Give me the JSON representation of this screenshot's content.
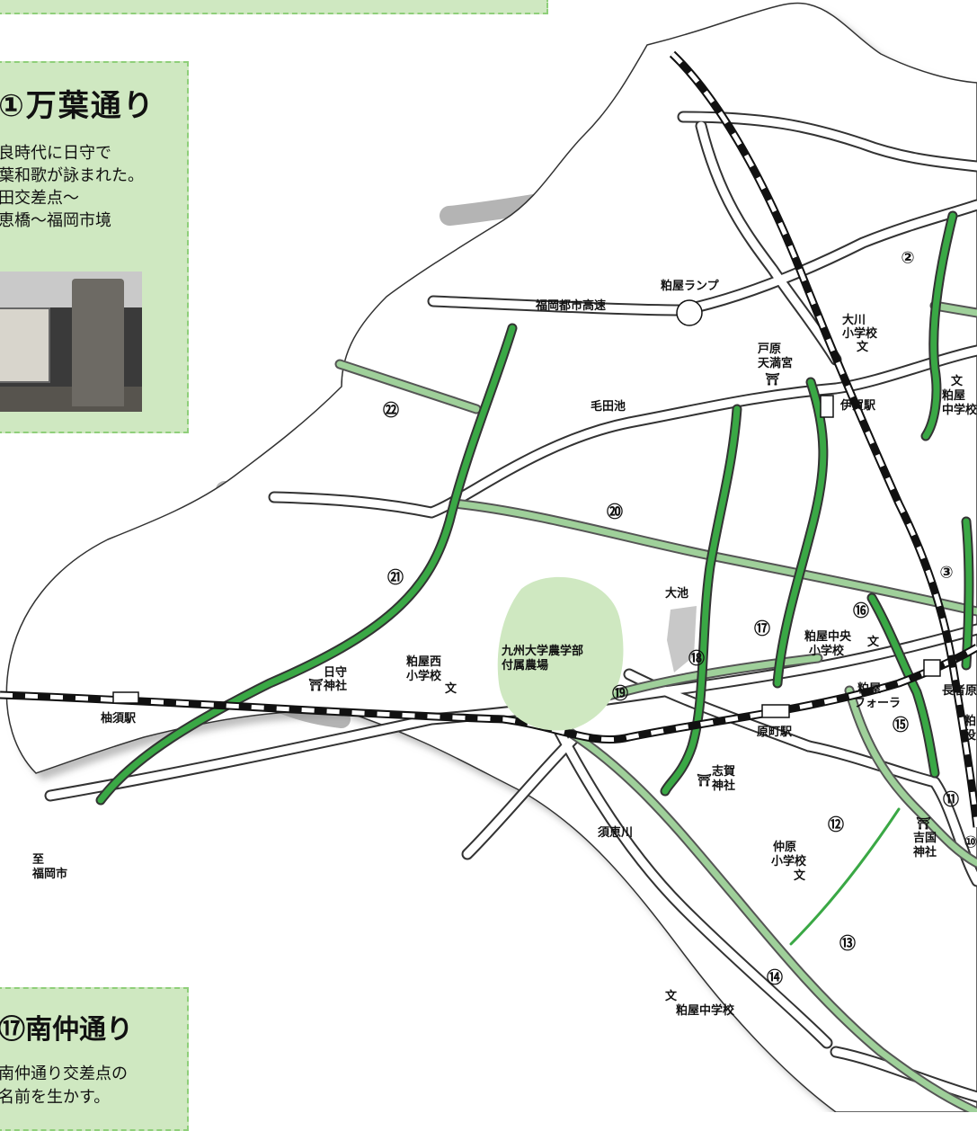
{
  "panel_manyo": {
    "title": "万葉通り",
    "desc_lines": [
      "良時代に日守で",
      "葉和歌が詠まれた。",
      "田交差点～",
      "恵橋～福岡市境"
    ]
  },
  "panel_minaminaka": {
    "title": "⑰南仲通り",
    "desc_lines": [
      "南仲通り交差点の",
      "名前を生かす。"
    ]
  },
  "labels": {
    "lamp": "粕屋ランプ",
    "expressway": "福岡都市高速",
    "okawa_line1": "大川",
    "okawa_line2": "小学校",
    "bun": "文",
    "tobara_line1": "戸原",
    "tobara_line2": "天満宮",
    "torii": "⛩",
    "iga_station": "伊賀駅",
    "kasuya_jhs_line1": "粕屋",
    "kasuya_jhs_line2": "中学校",
    "keda_pond": "毛田池",
    "ohike": "大池",
    "farm_line1": "九州大学農学部",
    "farm_line2": "付属農場",
    "kasuya_chuo_line1": "粕屋中央",
    "kasuya_chuo_line2": "小学校",
    "kasuya_nishi_line1": "粕屋西",
    "kasuya_nishi_line2": "小学校",
    "himori_line1": "日守",
    "himori_line2": "神社",
    "yusu_station": "柚須駅",
    "harumachi_station": "原町駅",
    "forum_line1": "粕屋",
    "forum_line2": "フォーラ",
    "chojabaru": "長者原",
    "yakuba_line1": "粕",
    "yakuba_line2": "役",
    "shiga_line1": "志賀",
    "shiga_line2": "神社",
    "sue_river": "須恵川",
    "nakabaru_line1": "仲原",
    "nakabaru_line2": "小学校",
    "yoshikuni_line1": "吉国",
    "yoshikuni_line2": "神社",
    "kasuya_chu": "粕屋中学校",
    "to_fukuoka_line1": "至",
    "to_fukuoka_line2": "福岡市"
  },
  "route_numbers": {
    "r2": "②",
    "r3": "③",
    "r10": "⑩",
    "r11": "⑪",
    "r12": "⑫",
    "r13": "⑬",
    "r14": "⑭",
    "r15": "⑮",
    "r16": "⑯",
    "r17": "⑰",
    "r18": "⑱",
    "r19": "⑲",
    "r20": "⑳",
    "r21": "㉑",
    "r22": "㉒"
  },
  "colors": {
    "road_green": "#3aa845",
    "road_light_green": "#9fd09a",
    "farm": "#cfe8c1",
    "river": "#b4b4b4",
    "panel_bg": "#cfe8c1"
  }
}
